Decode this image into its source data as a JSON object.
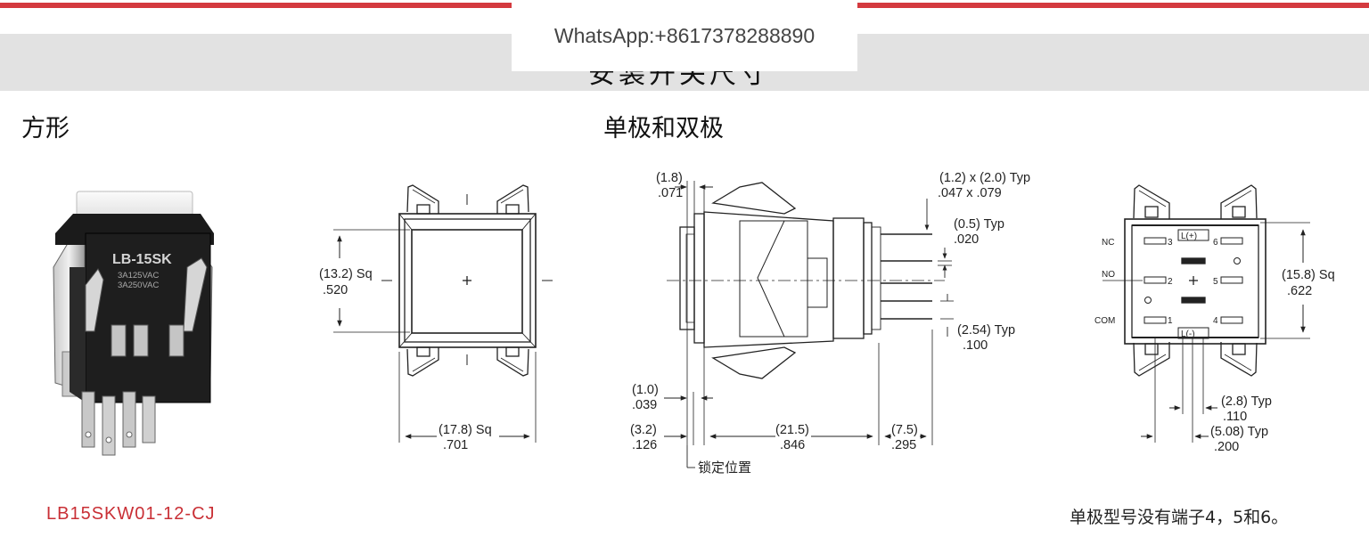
{
  "header": {
    "title": "安装开关尺寸",
    "watermark": "WhatsApp:+8617378288890"
  },
  "left_section": {
    "title": "方形",
    "part_number": "LB15SKW01-12-CJ",
    "product_label": {
      "model": "LB-15SK",
      "rating_1": "3A125VAC",
      "rating_2": "3A250VAC"
    },
    "front_view": {
      "dim_inner_mm": "(13.2) Sq",
      "dim_inner_in": ".520",
      "dim_outer_mm": "(17.8) Sq",
      "dim_outer_in": ".701"
    }
  },
  "right_section": {
    "title": "单极和双极",
    "side_view": {
      "d_1_8_mm": "(1.8)",
      "d_1_8_in": ".071",
      "d_1_0_mm": "(1.0)",
      "d_1_0_in": ".039",
      "d_3_2_mm": "(3.2)",
      "d_3_2_in": ".126",
      "d_21_5_mm": "(21.5)",
      "d_21_5_in": ".846",
      "d_7_5_mm": "(7.5)",
      "d_7_5_in": ".295",
      "pin_size_mm": "(1.2) x (2.0) Typ",
      "pin_size_in": ".047 x .079",
      "pin_thk_mm": "(0.5) Typ",
      "pin_thk_in": ".020",
      "pitch_mm": "(2.54) Typ",
      "pitch_in": ".100",
      "lock_position": "锁定位置"
    },
    "bottom_view": {
      "nc": "NC",
      "no": "NO",
      "com": "COM",
      "lamp_plus": "L(+)",
      "lamp_minus": "L(-)",
      "t1": "1",
      "t2": "2",
      "t3": "3",
      "t4": "4",
      "t5": "5",
      "t6": "6",
      "size_mm": "(15.8) Sq",
      "size_in": ".622",
      "d_2_8_mm": "(2.8) Typ",
      "d_2_8_in": ".110",
      "d_5_08_mm": "(5.08) Typ",
      "d_5_08_in": ".200"
    },
    "note": "单极型号没有端子4，5和6。"
  },
  "colors": {
    "accent_red": "#d43a3f",
    "band_grey": "#e2e2e2",
    "part_number_red": "#c92f35"
  }
}
